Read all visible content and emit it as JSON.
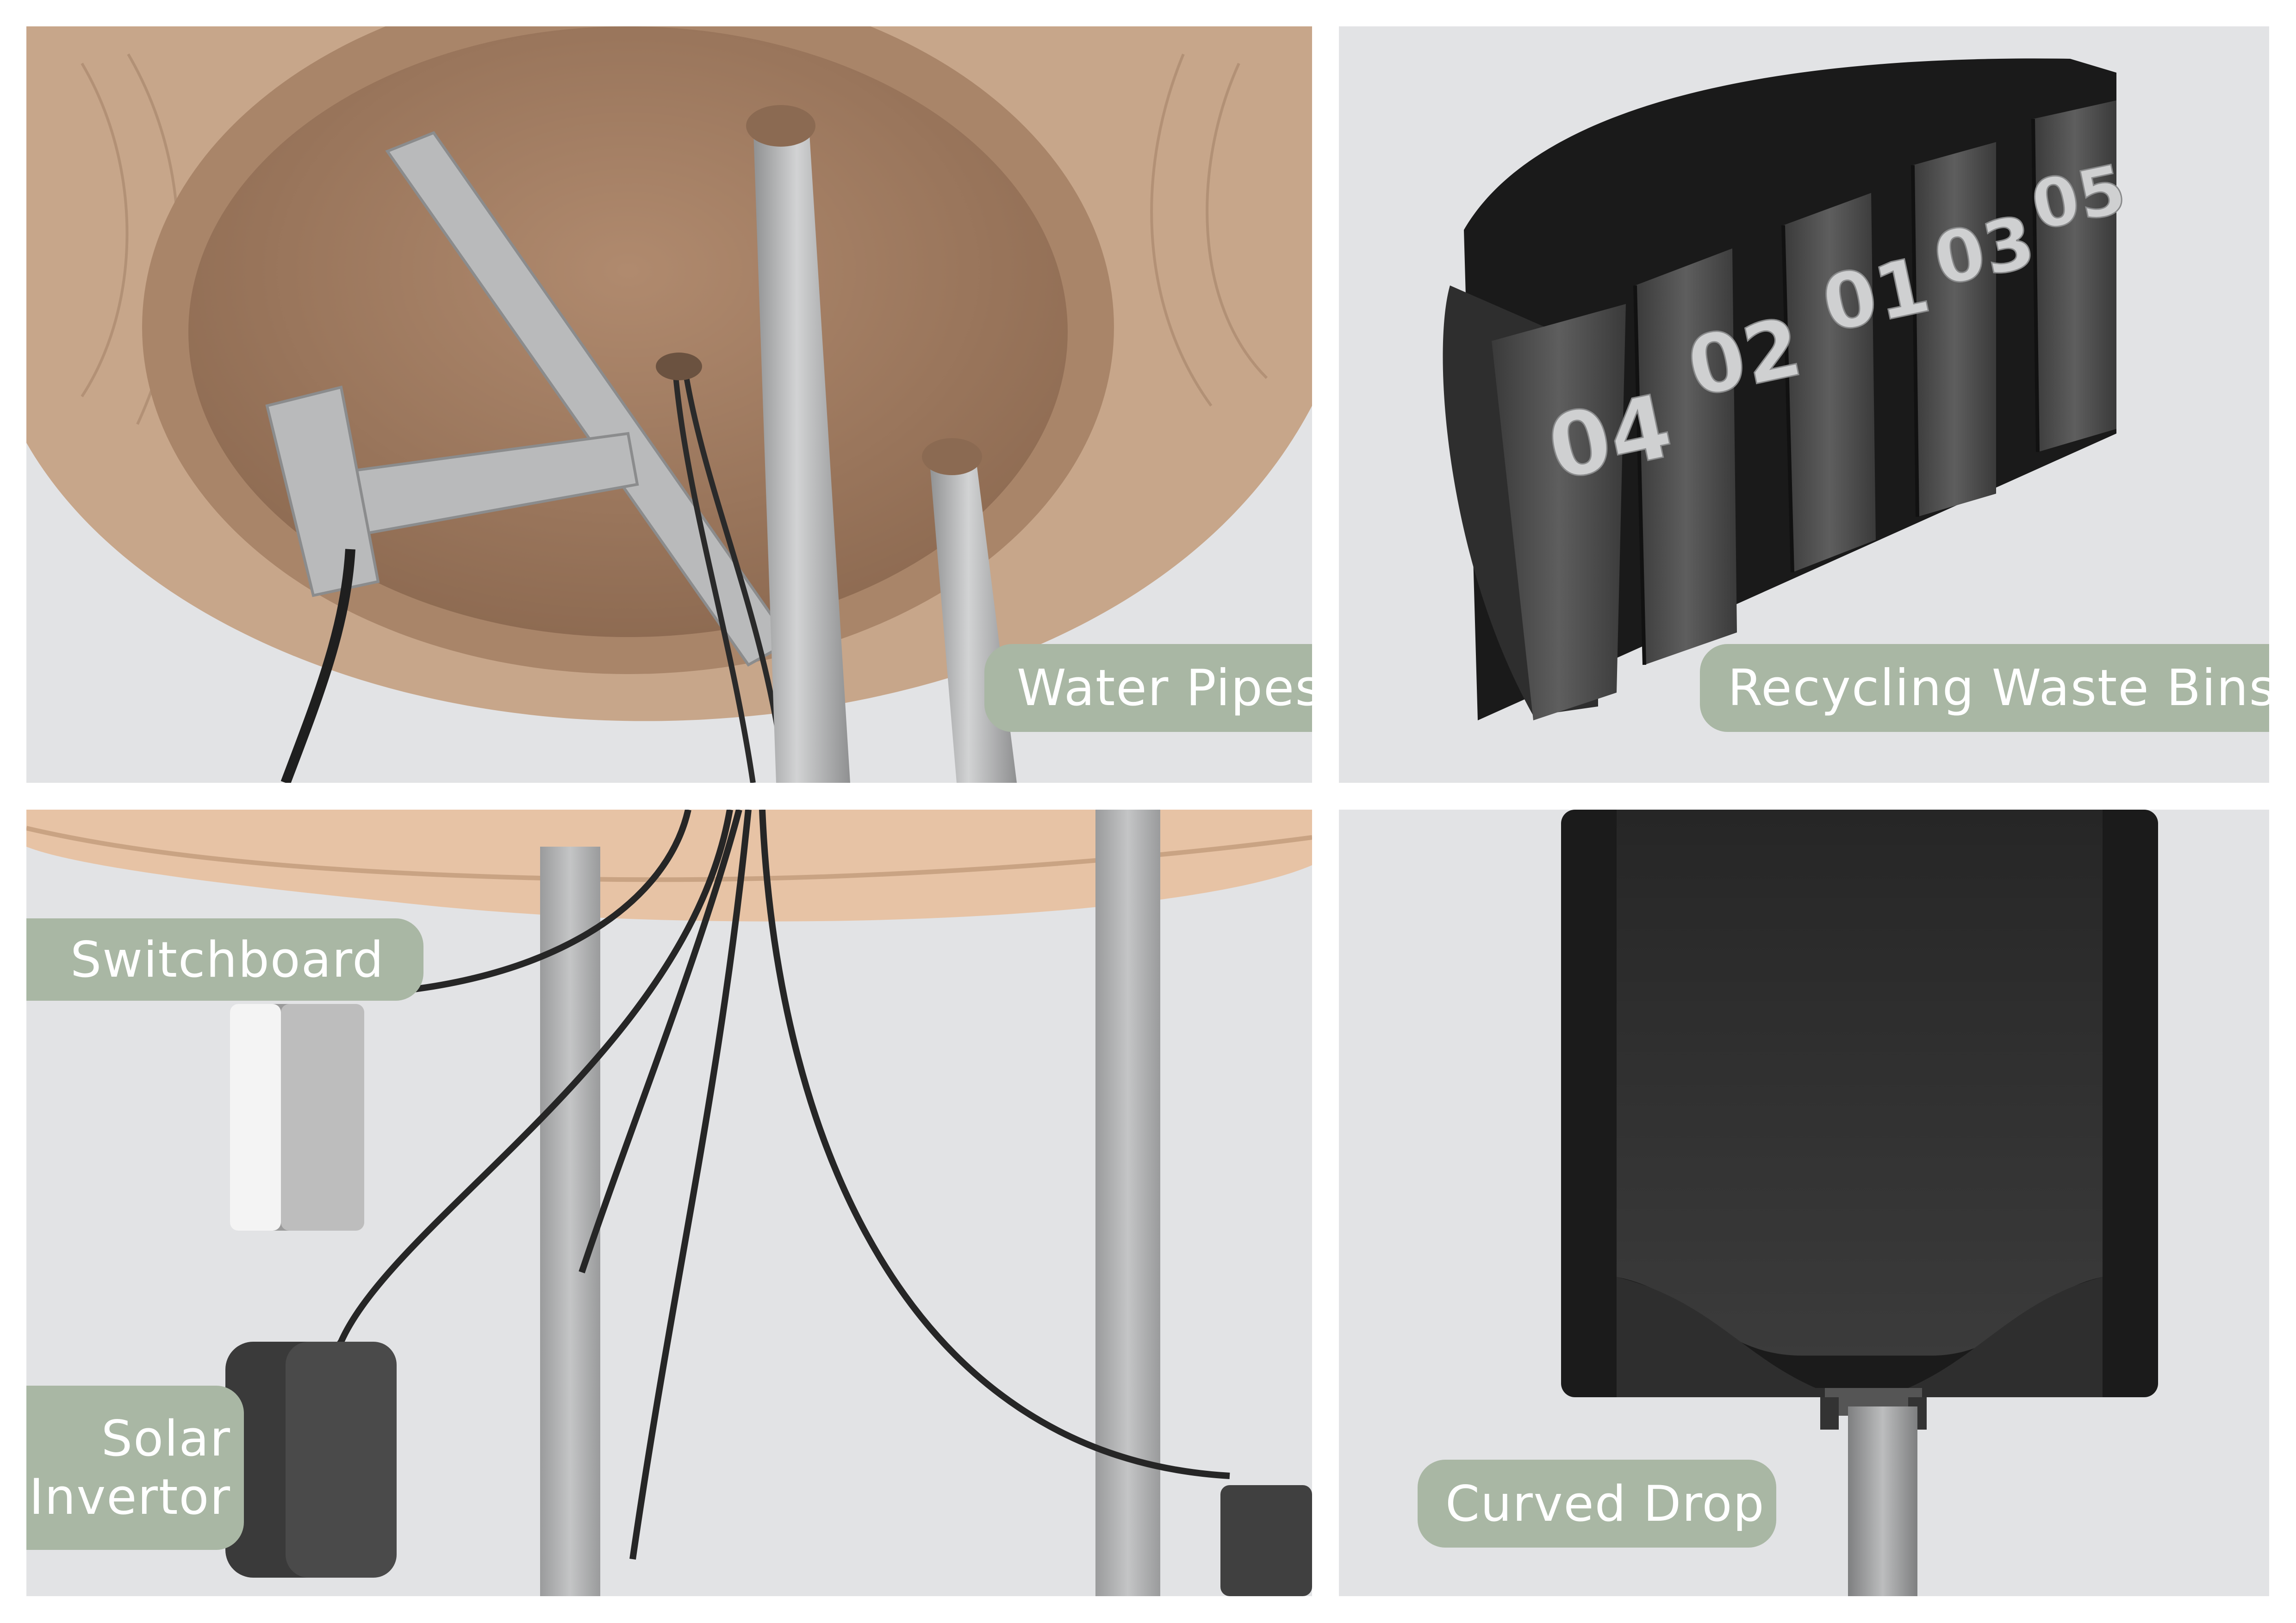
{
  "panels": {
    "water_pipes": {
      "label": "Water Pipes"
    },
    "waste_bins": {
      "label": "Recycling Waste Bins",
      "bin_numbers": [
        "04",
        "02",
        "01",
        "03",
        "05"
      ]
    },
    "switchboard": {
      "label_switchboard": "Switchboard",
      "label_solar_line1": "Solar",
      "label_solar_line2": "Invertor"
    },
    "curved_drop": {
      "label": "Curved Drop"
    }
  },
  "colors": {
    "background": "#e2e3e5",
    "label_fill": "#a9b7a4",
    "label_text": "#ffffff",
    "tan_material": "#b8957a",
    "metal": "#a9aaab",
    "dark_shell": "#2b2b2b"
  }
}
